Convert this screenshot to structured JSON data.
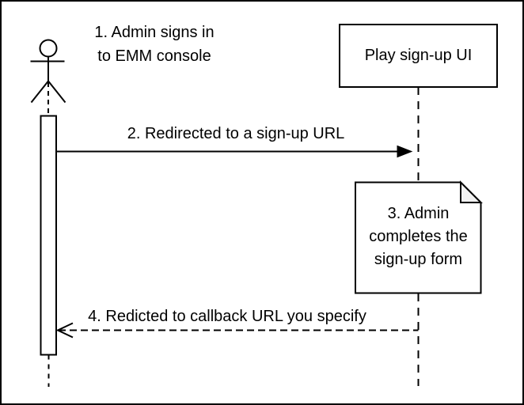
{
  "diagram": {
    "type": "sequence-diagram",
    "colors": {
      "background": "#ffffff",
      "stroke": "#000000",
      "note_fold_fill": "#f2f2f2"
    },
    "participants": {
      "play_signup_ui": "Play sign-up UI"
    },
    "messages": {
      "step1": "1. Admin signs in\nto EMM console",
      "step2": "2. Redirected to a sign-up URL",
      "step3_note": "3. Admin\ncompletes the\nsign-up form",
      "step4": "4. Redicted to callback URL you specify"
    },
    "icons": {
      "actor": "stick-figure-actor",
      "note": "document-with-folded-corner"
    }
  }
}
